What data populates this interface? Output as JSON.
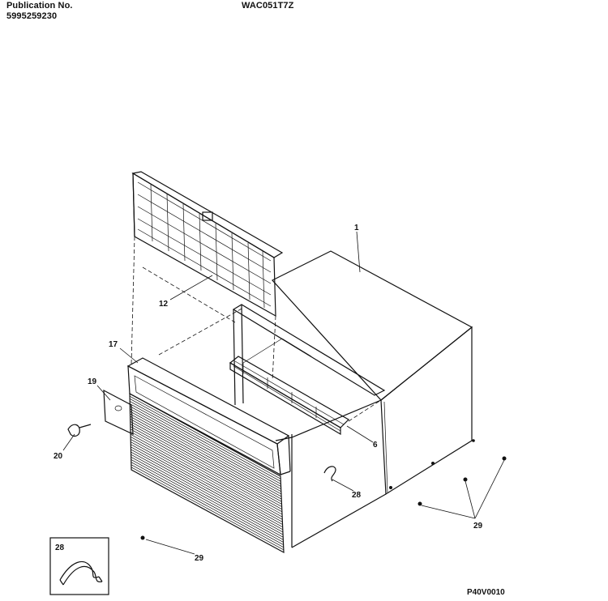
{
  "header": {
    "publication_label": "Publication No.",
    "publication_number": "5995259230",
    "model": "WAC051T7Z"
  },
  "footer": {
    "figure_code": "P40V0010"
  },
  "callouts": {
    "cabinet": "1",
    "filter": "12",
    "front_frame": "17",
    "panel_19": "19",
    "clip_20": "20",
    "rail_6": "6",
    "clip_28": "28",
    "screw_29_front": "29",
    "screws_29_side": "29",
    "inset": "28"
  }
}
